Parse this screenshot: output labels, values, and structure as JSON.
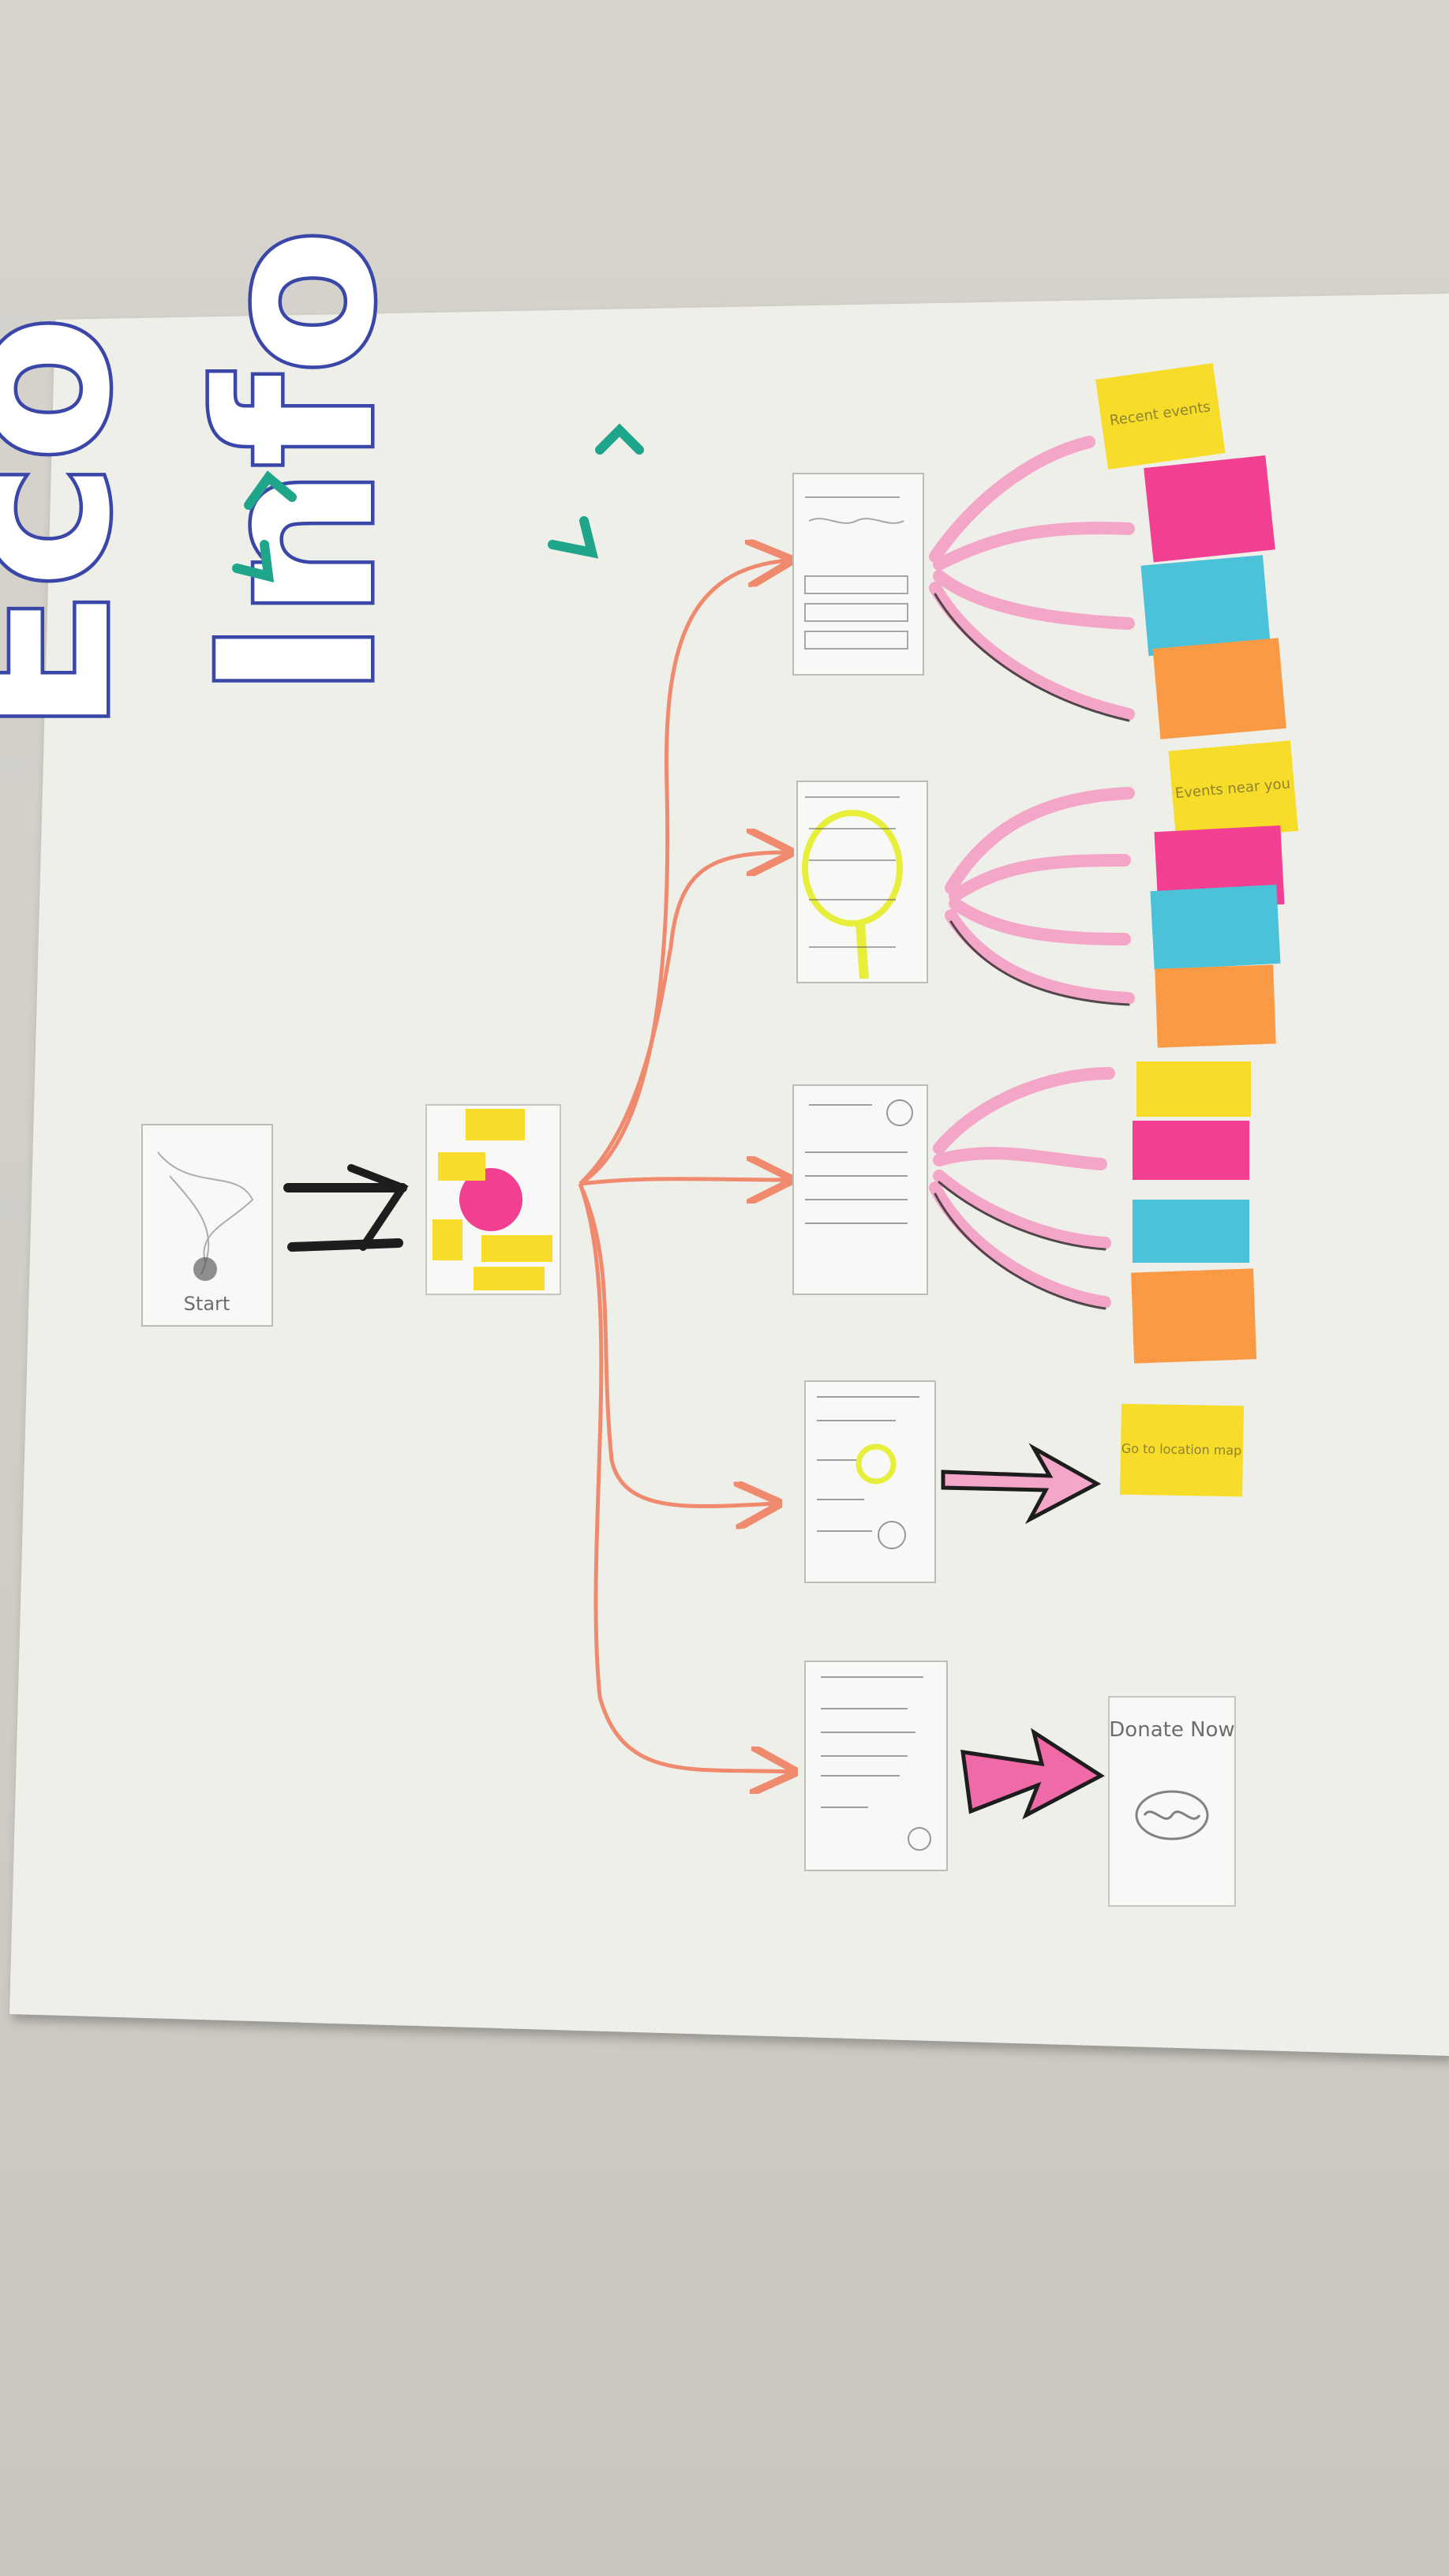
{
  "title": {
    "word1": "Eco",
    "word2": "Info"
  },
  "start_card": {
    "caption": "Start"
  },
  "colors": {
    "title_ink": "#3a46a8",
    "accent_green": "#1fa58a",
    "connector": "#f08a6e",
    "pink_arrow": "#f3a6c8",
    "yellow_note": "#f7dc2a",
    "pink_note": "#f23f92",
    "blue_note": "#4cc2d8",
    "orange_note": "#fb9a45",
    "paper": "#efefe9"
  },
  "notes": {
    "row1": [
      "Recent events",
      "",
      "",
      ""
    ],
    "row2": [
      "Events near you",
      "",
      "",
      ""
    ],
    "row3": [
      "",
      "",
      "",
      ""
    ],
    "row4": [
      "Go to location map"
    ],
    "donate": "Donate Now"
  }
}
